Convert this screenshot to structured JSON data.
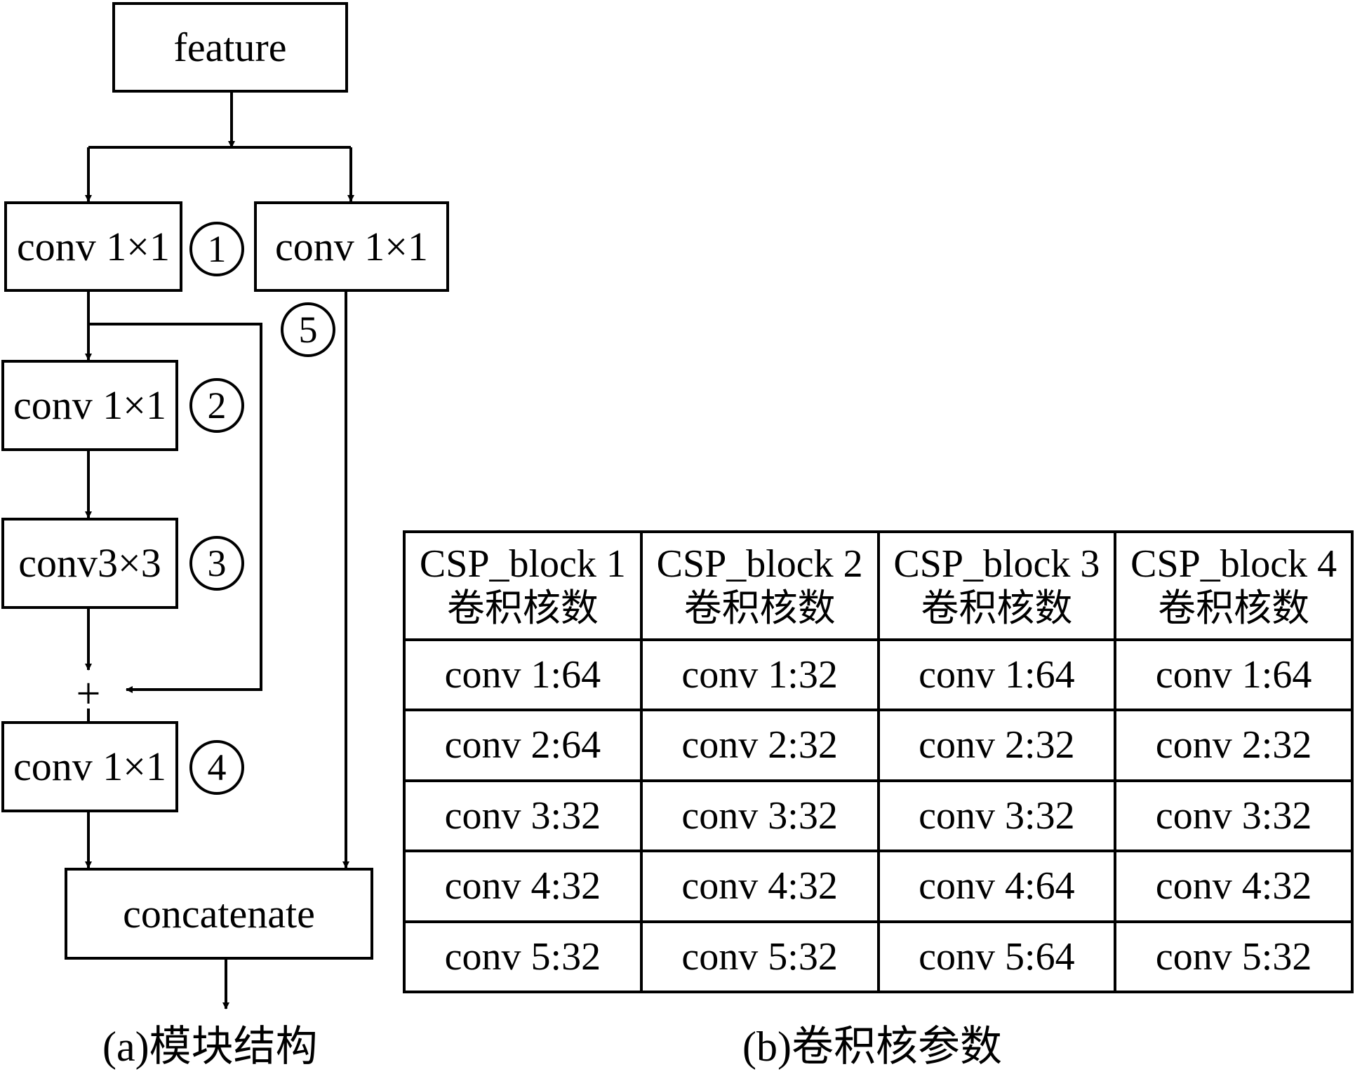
{
  "module_structure": {
    "input_label": "feature",
    "left_branch": [
      {
        "label": "conv 1×1",
        "marker": "1"
      },
      {
        "label": "conv 1×1",
        "marker": "2"
      },
      {
        "label": "conv3×3",
        "marker": "3"
      },
      {
        "label": "conv 1×1",
        "marker": "4"
      }
    ],
    "right_branch": {
      "label": "conv 1×1",
      "marker": "5"
    },
    "add_symbol": "+",
    "output_label": "concatenate",
    "caption": "(a)模块结构"
  },
  "kernel_table": {
    "columns": [
      {
        "line1": "CSP_block 1",
        "line2": "卷积核数"
      },
      {
        "line1": "CSP_block 2",
        "line2": "卷积核数"
      },
      {
        "line1": "CSP_block 3",
        "line2": "卷积核数"
      },
      {
        "line1": "CSP_block 4",
        "line2": "卷积核数"
      }
    ],
    "rows": [
      [
        "conv 1:64",
        "conv 1:32",
        "conv 1:64",
        "conv 1:64"
      ],
      [
        "conv 2:64",
        "conv 2:32",
        "conv 2:32",
        "conv 2:32"
      ],
      [
        "conv 3:32",
        "conv 3:32",
        "conv 3:32",
        "conv 3:32"
      ],
      [
        "conv 4:32",
        "conv 4:32",
        "conv 4:64",
        "conv 4:32"
      ],
      [
        "conv 5:32",
        "conv 5:32",
        "conv 5:64",
        "conv 5:32"
      ]
    ],
    "caption": "(b)卷积核参数"
  }
}
